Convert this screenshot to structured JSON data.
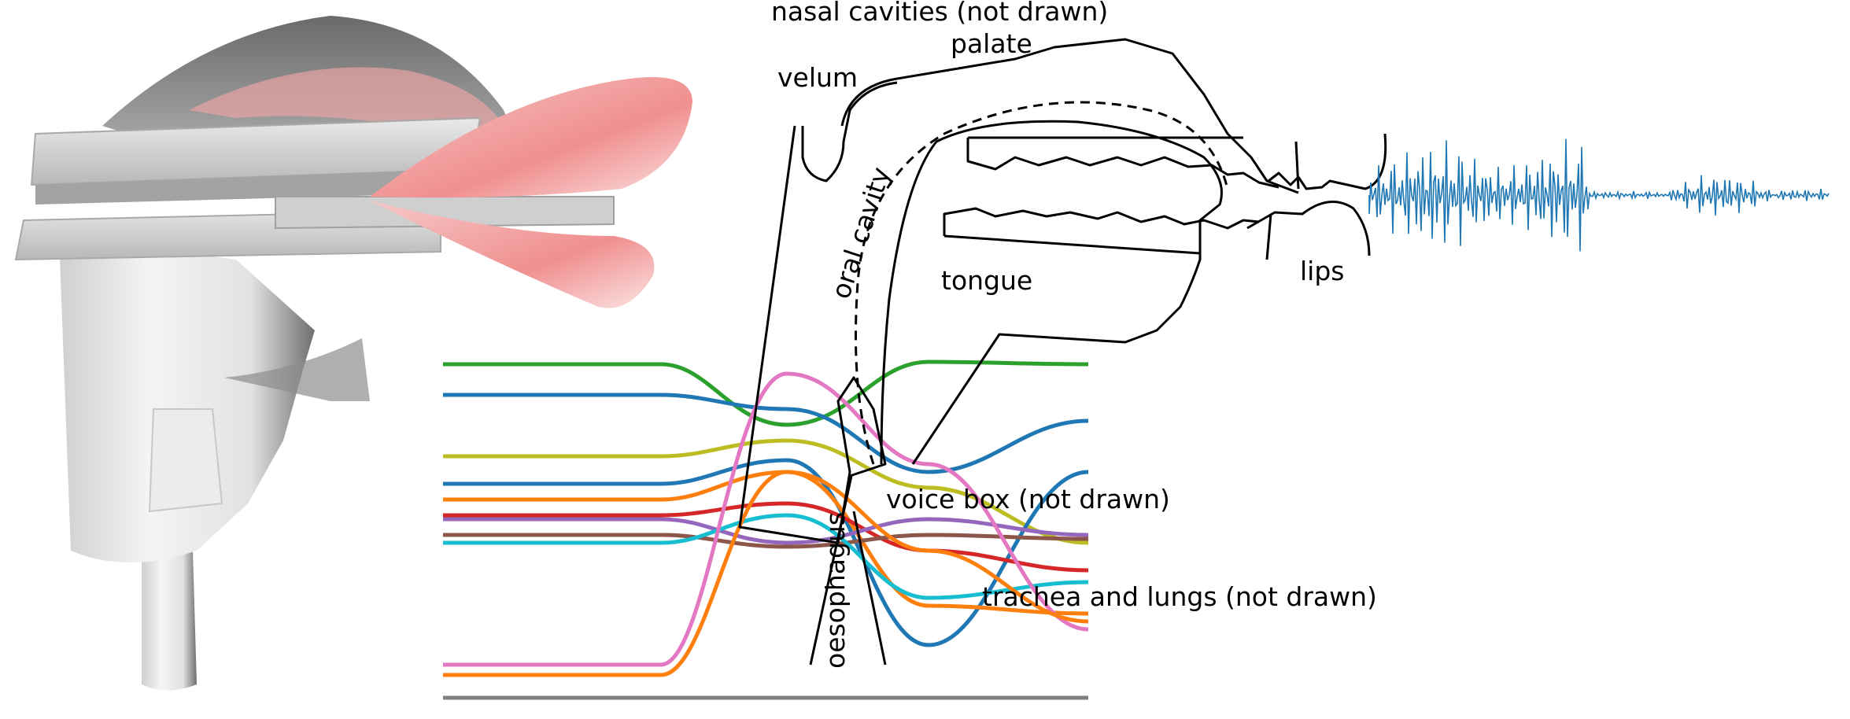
{
  "labels": {
    "nasal": "nasal cavities (not drawn)",
    "palate": "palate",
    "velum": "velum",
    "oral_cavity": "oral cavity",
    "tongue": "tongue",
    "lips": "lips",
    "voice_box": "voice box (not drawn)",
    "trachea": "trachea and lungs (not drawn)",
    "oesophagus": "oesophagus"
  },
  "colors": {
    "outline": "#000000",
    "baseline": "#808080",
    "tissue_gray": "#d8d8d8",
    "tissue_pink": "#f4b0b0",
    "waveform": "#1f77b4",
    "curves": [
      "#2ca02c",
      "#1f77b4",
      "#bcbd22",
      "#1f77b4",
      "#ff7f0e",
      "#d62728",
      "#9467bd",
      "#8c564b",
      "#17becf",
      "#e377c2",
      "#ff7f0e"
    ]
  }
}
